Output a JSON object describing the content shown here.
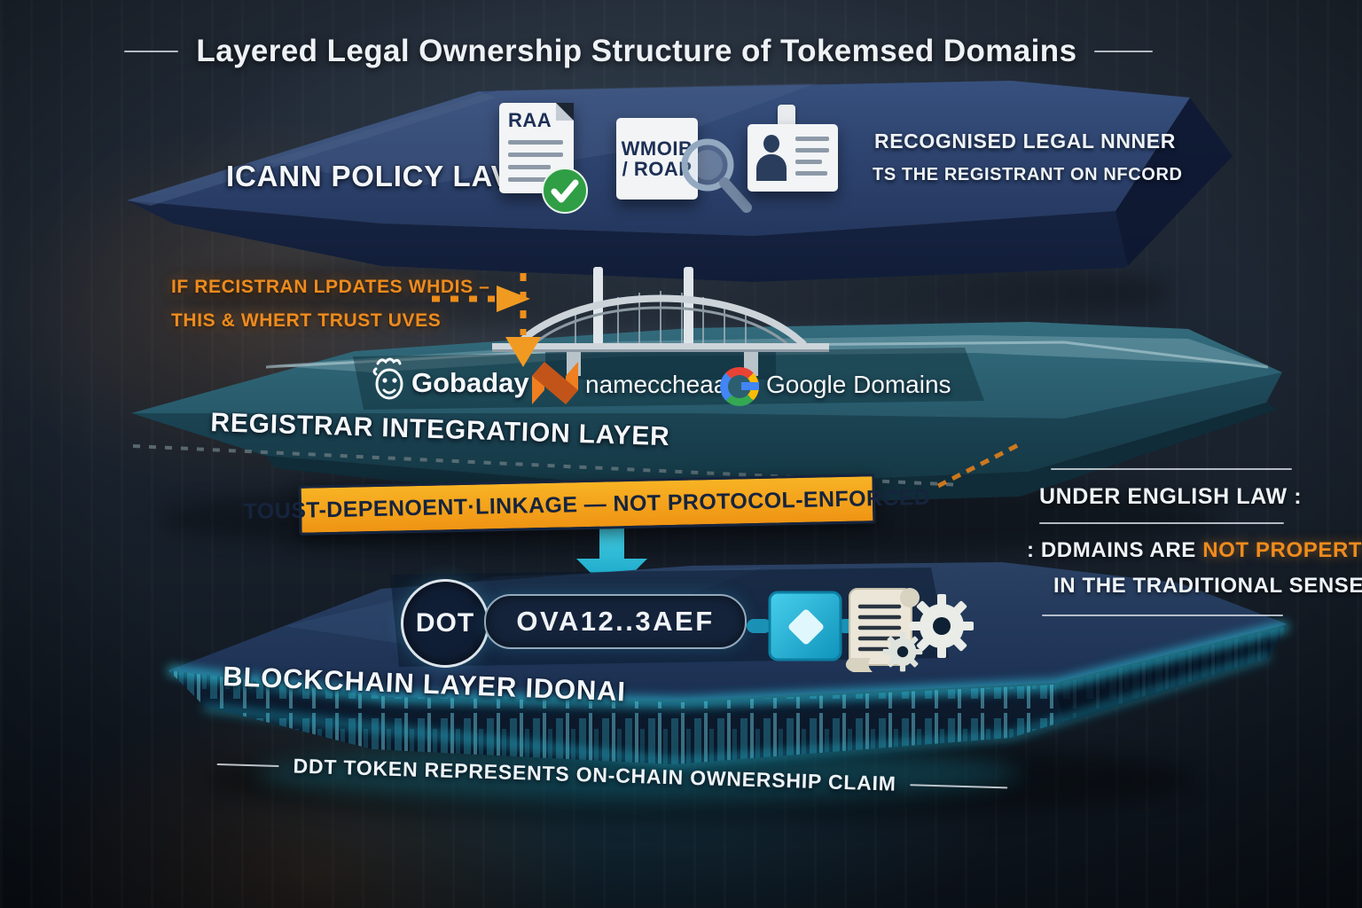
{
  "title": {
    "text": "Layered Legal Ownership Structure of Tokemsed Domains"
  },
  "icann_layer": {
    "label": "ICANN POLICY LAVER",
    "raa_doc_label": "RAA",
    "whois_doc_line1": "WMOIB",
    "whois_doc_line2": "/ ROAP",
    "note_line1": "RECOGNISED LEGAL NNNER",
    "note_line2": "TS THE REGISTRANT ON NFCORD"
  },
  "whois_update_note": {
    "line1": "IF RECISTRAN LPDATES WHDIS –",
    "line2": "THIS & WHERT TRUST UVES"
  },
  "registrar_layer": {
    "label": "REGISTRAR INTEGRATION LAYER",
    "logos": [
      {
        "name": "Gobaday"
      },
      {
        "name": "nameccheaa"
      },
      {
        "name": "Google Domains"
      }
    ]
  },
  "banner": {
    "text": "TOUST-DEPENOENT·LINKAGE — NOT PROTOCOL-ENFORCED"
  },
  "law_panel": {
    "heading": "UNDER ENGLISH LAW :",
    "body_prefix": ": DDMAINS ARE ",
    "body_highlight": "NOT PROPERTY",
    "body_line2": "IN THE TRADITIONAL SENSE"
  },
  "blockchain_layer": {
    "label": "BLOCKCHAIN LAYER IDONAI",
    "token_symbol": "DOT",
    "token_hash": "OVA12..3AEF"
  },
  "caption": {
    "text": "DDT TOKEN REPRESENTS ON-CHAIN OWNERSHIP CLAIM"
  },
  "icons": {
    "check_glyph": "✓"
  },
  "colors": {
    "accent_orange": "#ED8B1E",
    "banner_orange": "#F5A623",
    "cyan_glow": "#2BC8E4",
    "navy_slab": "#2C4168",
    "teal_slab": "#2E6374",
    "text_white": "#F2F5F7"
  }
}
